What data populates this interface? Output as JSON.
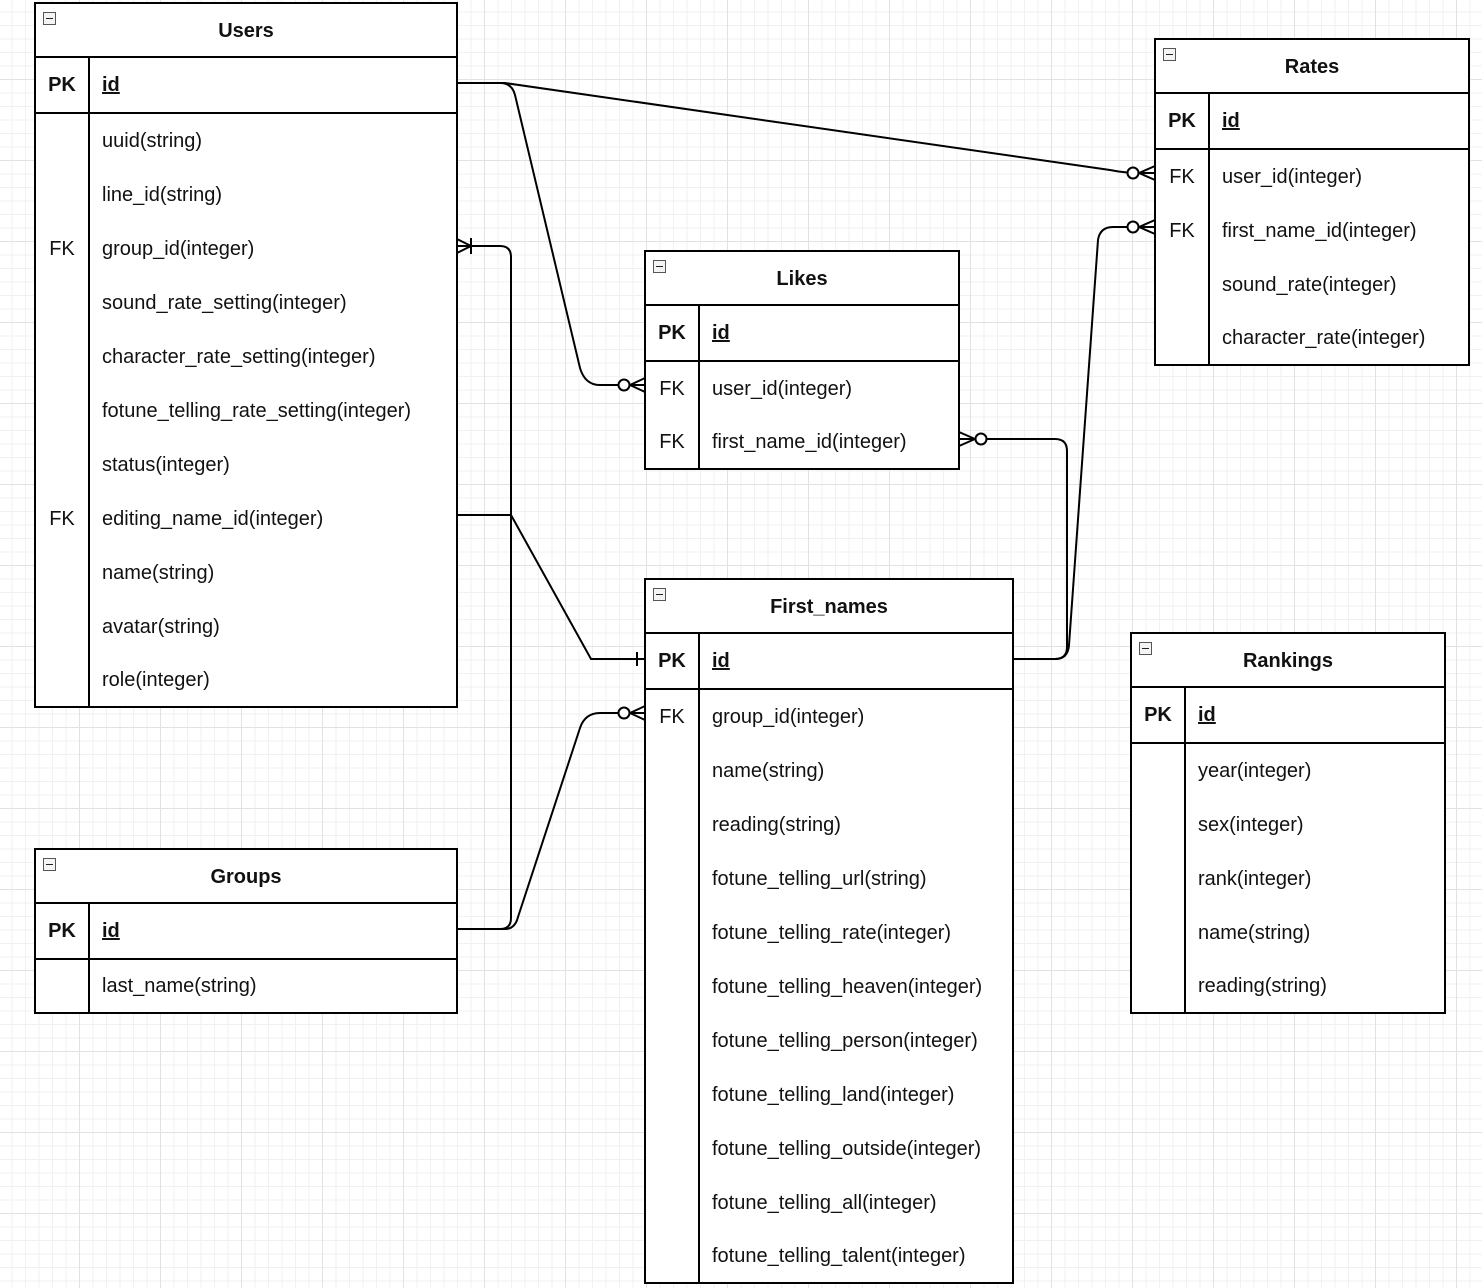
{
  "diagram": {
    "type": "entity-relationship",
    "entities": [
      {
        "id": "users",
        "name": "Users",
        "pk": {
          "key": "PK",
          "field": "id"
        },
        "fields": [
          {
            "key": "",
            "field": "uuid(string)"
          },
          {
            "key": "",
            "field": "line_id(string)"
          },
          {
            "key": "FK",
            "field": "group_id(integer)"
          },
          {
            "key": "",
            "field": "sound_rate_setting(integer)"
          },
          {
            "key": "",
            "field": "character_rate_setting(integer)"
          },
          {
            "key": "",
            "field": "fotune_telling_rate_setting(integer)"
          },
          {
            "key": "",
            "field": "status(integer)"
          },
          {
            "key": "FK",
            "field": "editing_name_id(integer)"
          },
          {
            "key": "",
            "field": "name(string)"
          },
          {
            "key": "",
            "field": "avatar(string)"
          },
          {
            "key": "",
            "field": "role(integer)"
          }
        ]
      },
      {
        "id": "groups",
        "name": "Groups",
        "pk": {
          "key": "PK",
          "field": "id"
        },
        "fields": [
          {
            "key": "",
            "field": "last_name(string)"
          }
        ]
      },
      {
        "id": "likes",
        "name": "Likes",
        "pk": {
          "key": "PK",
          "field": "id"
        },
        "fields": [
          {
            "key": "FK",
            "field": "user_id(integer)"
          },
          {
            "key": "FK",
            "field": "first_name_id(integer)"
          }
        ]
      },
      {
        "id": "first_names",
        "name": "First_names",
        "pk": {
          "key": "PK",
          "field": "id"
        },
        "fields": [
          {
            "key": "FK",
            "field": "group_id(integer)"
          },
          {
            "key": "",
            "field": "name(string)"
          },
          {
            "key": "",
            "field": "reading(string)"
          },
          {
            "key": "",
            "field": "fotune_telling_url(string)"
          },
          {
            "key": "",
            "field": "fotune_telling_rate(integer)"
          },
          {
            "key": "",
            "field": "fotune_telling_heaven(integer)"
          },
          {
            "key": "",
            "field": "fotune_telling_person(integer)"
          },
          {
            "key": "",
            "field": "fotune_telling_land(integer)"
          },
          {
            "key": "",
            "field": "fotune_telling_outside(integer)"
          },
          {
            "key": "",
            "field": "fotune_telling_all(integer)"
          },
          {
            "key": "",
            "field": "fotune_telling_talent(integer)"
          }
        ]
      },
      {
        "id": "rates",
        "name": "Rates",
        "pk": {
          "key": "PK",
          "field": "id"
        },
        "fields": [
          {
            "key": "FK",
            "field": "user_id(integer)"
          },
          {
            "key": "FK",
            "field": "first_name_id(integer)"
          },
          {
            "key": "",
            "field": "sound_rate(integer)"
          },
          {
            "key": "",
            "field": "character_rate(integer)"
          }
        ]
      },
      {
        "id": "rankings",
        "name": "Rankings",
        "pk": {
          "key": "PK",
          "field": "id"
        },
        "fields": [
          {
            "key": "",
            "field": "year(integer)"
          },
          {
            "key": "",
            "field": "sex(integer)"
          },
          {
            "key": "",
            "field": "rank(integer)"
          },
          {
            "key": "",
            "field": "name(string)"
          },
          {
            "key": "",
            "field": "reading(string)"
          }
        ]
      }
    ],
    "relationships": [
      {
        "from": "users.id",
        "to": "likes.user_id",
        "cardinality": "one-to-zero-or-many"
      },
      {
        "from": "users.id",
        "to": "rates.user_id",
        "cardinality": "one-to-zero-or-many"
      },
      {
        "from": "groups.id",
        "to": "users.group_id",
        "cardinality": "one-to-one-or-many"
      },
      {
        "from": "groups.id",
        "to": "first_names.group_id",
        "cardinality": "one-to-zero-or-many"
      },
      {
        "from": "users.editing_name_id",
        "to": "first_names.id",
        "cardinality": "many-to-one"
      },
      {
        "from": "first_names.id",
        "to": "likes.first_name_id",
        "cardinality": "one-to-zero-or-many"
      },
      {
        "from": "first_names.id",
        "to": "rates.first_name_id",
        "cardinality": "one-to-zero-or-many"
      }
    ]
  }
}
